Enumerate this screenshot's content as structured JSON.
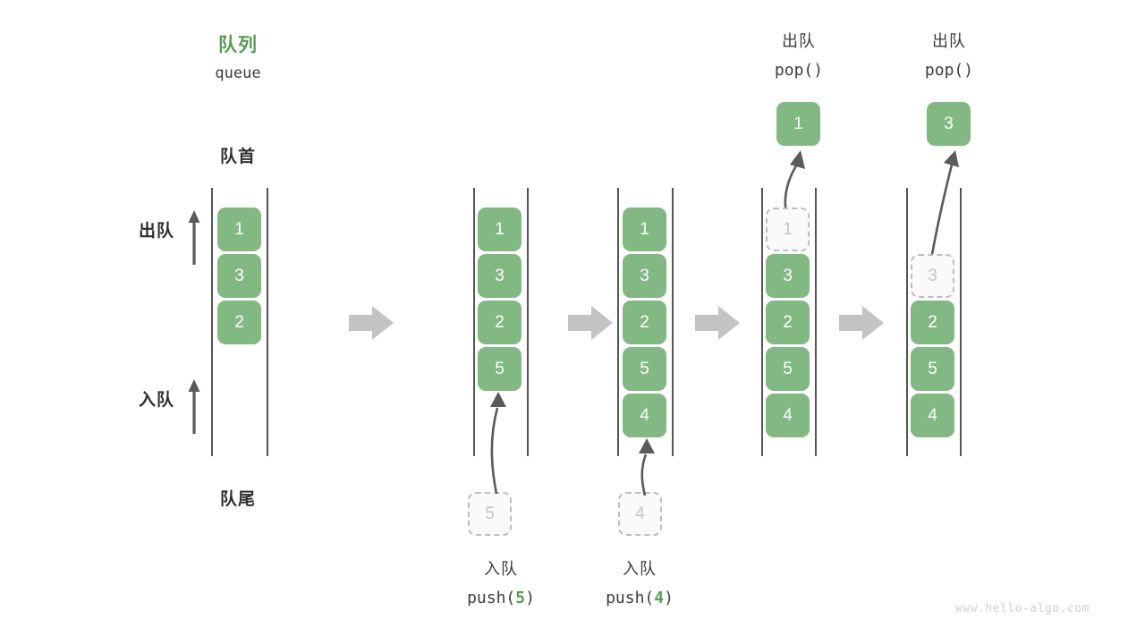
{
  "diagram": {
    "title_cn": "队列",
    "title_en": "queue",
    "front_label": "队首",
    "rear_label": "队尾",
    "side_labels": {
      "dequeue": "出队",
      "enqueue": "入队"
    },
    "watermark": "www.hello-algo.com",
    "colors": {
      "accent_green": "#559E54",
      "cell_fill": "#82B882",
      "cell_text": "#ffffff",
      "ghost_fill": "#fafafa",
      "ghost_border": "#bdbdbd",
      "ghost_text": "#c4c4c4",
      "rail": "#555555",
      "arrow_gray": "#c3c3c3",
      "curve_arrow": "#5a5a5a",
      "watermark": "#cfcfcf"
    }
  },
  "stages": [
    {
      "id": "initial",
      "header_cn": "",
      "header_code": "",
      "cells": [
        "1",
        "3",
        "2"
      ],
      "ghost_index": -1,
      "float_value": "",
      "footer_cn": "",
      "footer_code_prefix": "",
      "footer_code_arg": "",
      "footer_code_suffix": ""
    },
    {
      "id": "push-5",
      "header_cn": "",
      "header_code": "",
      "cells": [
        "1",
        "3",
        "2",
        "5"
      ],
      "ghost_index": -1,
      "float_value": "5",
      "footer_cn": "入队",
      "footer_code_prefix": "push(",
      "footer_code_arg": "5",
      "footer_code_suffix": ")"
    },
    {
      "id": "push-4",
      "header_cn": "",
      "header_code": "",
      "cells": [
        "1",
        "3",
        "2",
        "5",
        "4"
      ],
      "ghost_index": -1,
      "float_value": "4",
      "footer_cn": "入队",
      "footer_code_prefix": "push(",
      "footer_code_arg": "4",
      "footer_code_suffix": ")"
    },
    {
      "id": "pop-1",
      "header_cn": "出队",
      "header_code": "pop()",
      "cells": [
        "1",
        "3",
        "2",
        "5",
        "4"
      ],
      "ghost_index": 0,
      "float_value": "1",
      "footer_cn": "",
      "footer_code_prefix": "",
      "footer_code_arg": "",
      "footer_code_suffix": ""
    },
    {
      "id": "pop-3",
      "header_cn": "出队",
      "header_code": "pop()",
      "cells": [
        "",
        "3",
        "2",
        "5",
        "4"
      ],
      "ghost_index": 1,
      "float_value": "3",
      "footer_cn": "",
      "footer_code_prefix": "",
      "footer_code_arg": "",
      "footer_code_suffix": ""
    }
  ]
}
